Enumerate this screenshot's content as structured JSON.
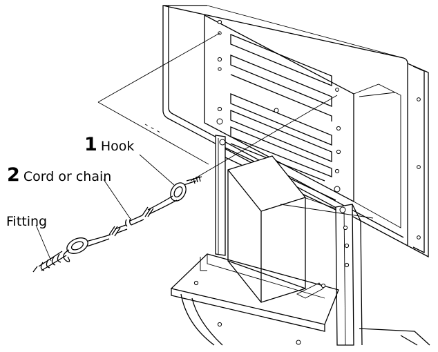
{
  "callouts": {
    "hook": {
      "number": "1",
      "label": "Hook"
    },
    "cord": {
      "number": "2",
      "label": "Cord or chain"
    },
    "fitting": {
      "label": "Fitting"
    }
  }
}
